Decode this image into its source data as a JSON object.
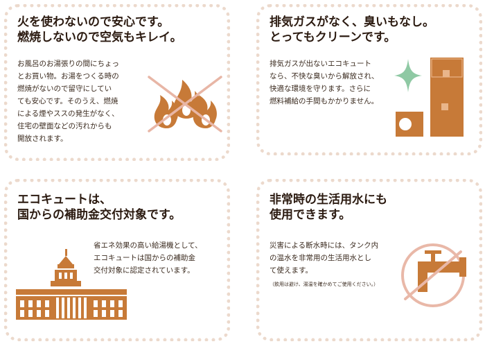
{
  "cards": [
    {
      "title_lines": [
        "火を使わないので安心です。",
        "燃焼しないので空気もキレイ。"
      ],
      "body_lines": [
        "お風呂のお湯張りの間にちょっ",
        "とお買い物。お湯をつくる時の",
        "燃焼がないので留守にしてい",
        "ても安心です。そのうえ、燃焼",
        "による煙やススの発生がなく、",
        "住宅の壁面などの汚れからも",
        "開放されます。"
      ],
      "icon": "no-flame-icon"
    },
    {
      "title_lines": [
        "排気ガスがなく、臭いもなし。",
        "とってもクリーンです。"
      ],
      "body_lines": [
        "排気ガスが出ないエコキュート",
        "なら、不快な臭いから解放され、",
        "快適な環境を守ります。さらに",
        "燃料補給の手間もかかりません。"
      ],
      "icon": "eco-cute-unit-icon"
    },
    {
      "title_lines": [
        "エコキュートは、",
        "国からの補助金交付対象です。"
      ],
      "body_lines": [
        "省エネ効果の高い給湯機として、",
        "エコキュートは国からの補助金",
        "交付対象に認定されています。"
      ],
      "icon": "diet-building-icon"
    },
    {
      "title_lines": [
        "非常時の生活用水にも",
        "使用できます。"
      ],
      "body_lines": [
        "災害による断水時には、タンク内",
        "の温水を非常用の生活用水とし",
        "て使えます。"
      ],
      "note": "（飲用は避け、湯温を確かめてご使用ください。）",
      "icon": "faucet-icon"
    }
  ],
  "colors": {
    "brand_brown": "#c77a38",
    "dark_text": "#2b1a10",
    "frame_dots": "#ecd9cc",
    "cross": "#e8b6a6",
    "sparkle": "#8fc9a4",
    "no_sign": "#e9b8a8"
  }
}
